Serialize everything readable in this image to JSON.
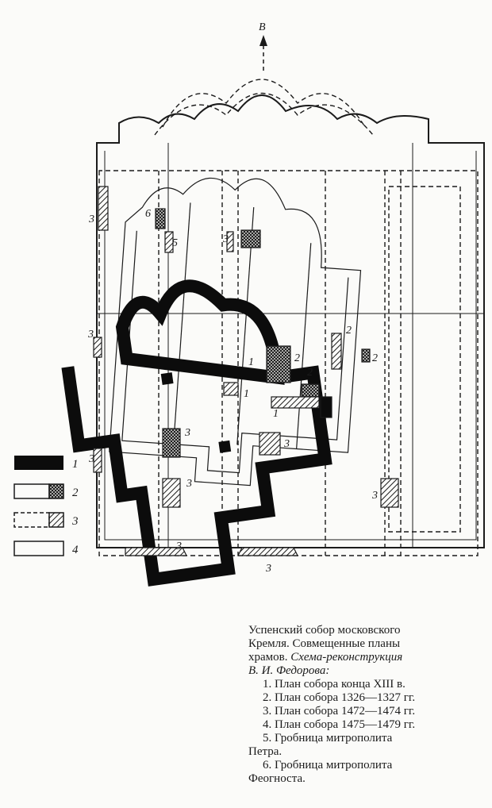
{
  "diagram": {
    "north_label": "В",
    "markers": {
      "m1_a": "1",
      "m1_b": "1",
      "m1_c": "1",
      "m2_a": "2",
      "m2_b": "2",
      "m2_c": "2",
      "m2_d": "2",
      "m3_a": "3",
      "m3_b": "3",
      "m3_c": "3",
      "m3_d": "3",
      "m3_e": "3",
      "m3_f": "3",
      "m3_g": "3",
      "m3_h": "3",
      "m3_i": "3",
      "m3_j": "3",
      "m5": "5",
      "m6": "6"
    }
  },
  "legend": [
    {
      "num": "1"
    },
    {
      "num": "2"
    },
    {
      "num": "3"
    },
    {
      "num": "4"
    }
  ],
  "caption": {
    "line1": "Успенский собор московского",
    "line2": "Кремля. Совмещенные планы",
    "line3_plain": "храмов. ",
    "line3_italic": "Схема-реконструкция",
    "line4_italic": "В. И. Федорова:",
    "items": [
      {
        "num": "1.",
        "text": "План собора конца XIII в."
      },
      {
        "num": "2.",
        "text": "План собора 1326—1327 гг."
      },
      {
        "num": "3.",
        "text": "План собора 1472—1474 гг."
      },
      {
        "num": "4.",
        "text": "План собора 1475—1479 гг."
      },
      {
        "num": "5.",
        "text": "Гробница митрополита",
        "cont": "Петра."
      },
      {
        "num": "6.",
        "text": "Гробница митрополита",
        "cont": "Феогноста."
      }
    ]
  }
}
